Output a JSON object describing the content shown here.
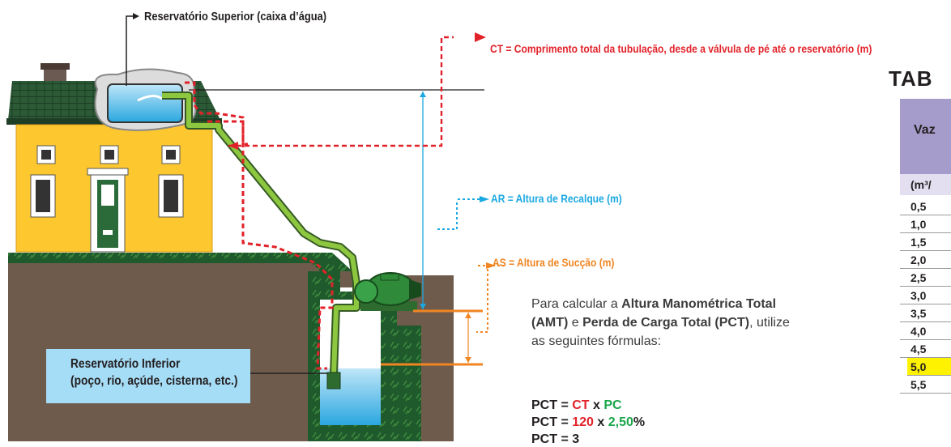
{
  "labels": {
    "reservatorio_superior": "Reservatório Superior (caixa d’água)",
    "ct": "CT = Comprimento total da tubulação, desde a válvula de pé até o reservatório (m)",
    "ar": "AR = Altura de Recalque (m)",
    "as": "AS = Altura de Sucção (m)",
    "reservatorio_inferior_1": "Reservatório Inferior",
    "reservatorio_inferior_2": "(poço, rio, açúde, cisterna, etc.)"
  },
  "instructions": {
    "prefix": "Para calcular a ",
    "amt_bold": "Altura Manométrica Total (AMT)",
    "and": " e ",
    "pct_bold": "Perda de Carga Total (PCT)",
    "suffix": ", utilize as seguintes fórmulas:"
  },
  "formulas": {
    "f1_lhs": "PCT = ",
    "f1_ct": "CT",
    "f1_x": " x ",
    "f1_pc": "PC",
    "f2_lhs": "PCT = ",
    "f2_a": "120",
    "f2_x": " x ",
    "f2_b": "2,50",
    "f2_pct": "%",
    "f3_partial": "PCT = 3"
  },
  "table": {
    "title": "TAB",
    "header": "Vaz",
    "subheader": "(m³/",
    "rows": [
      "0,5",
      "1,0",
      "1,5",
      "2,0",
      "2,5",
      "3,0",
      "3,5",
      "4,0",
      "4,5",
      "5,0",
      "5,5"
    ],
    "highlighted_row": "5,0"
  },
  "colors": {
    "ct_red": "#e2222a",
    "ar_blue": "#1ba8e0",
    "as_orange": "#f08522",
    "pipe_green": "#8dc63f",
    "house_yellow": "#fdc82f",
    "roof_green": "#2e5f3a",
    "ground_brown": "#6f5b4c",
    "table_purple": "#a69ccc",
    "highlight_yellow": "#fff200"
  }
}
